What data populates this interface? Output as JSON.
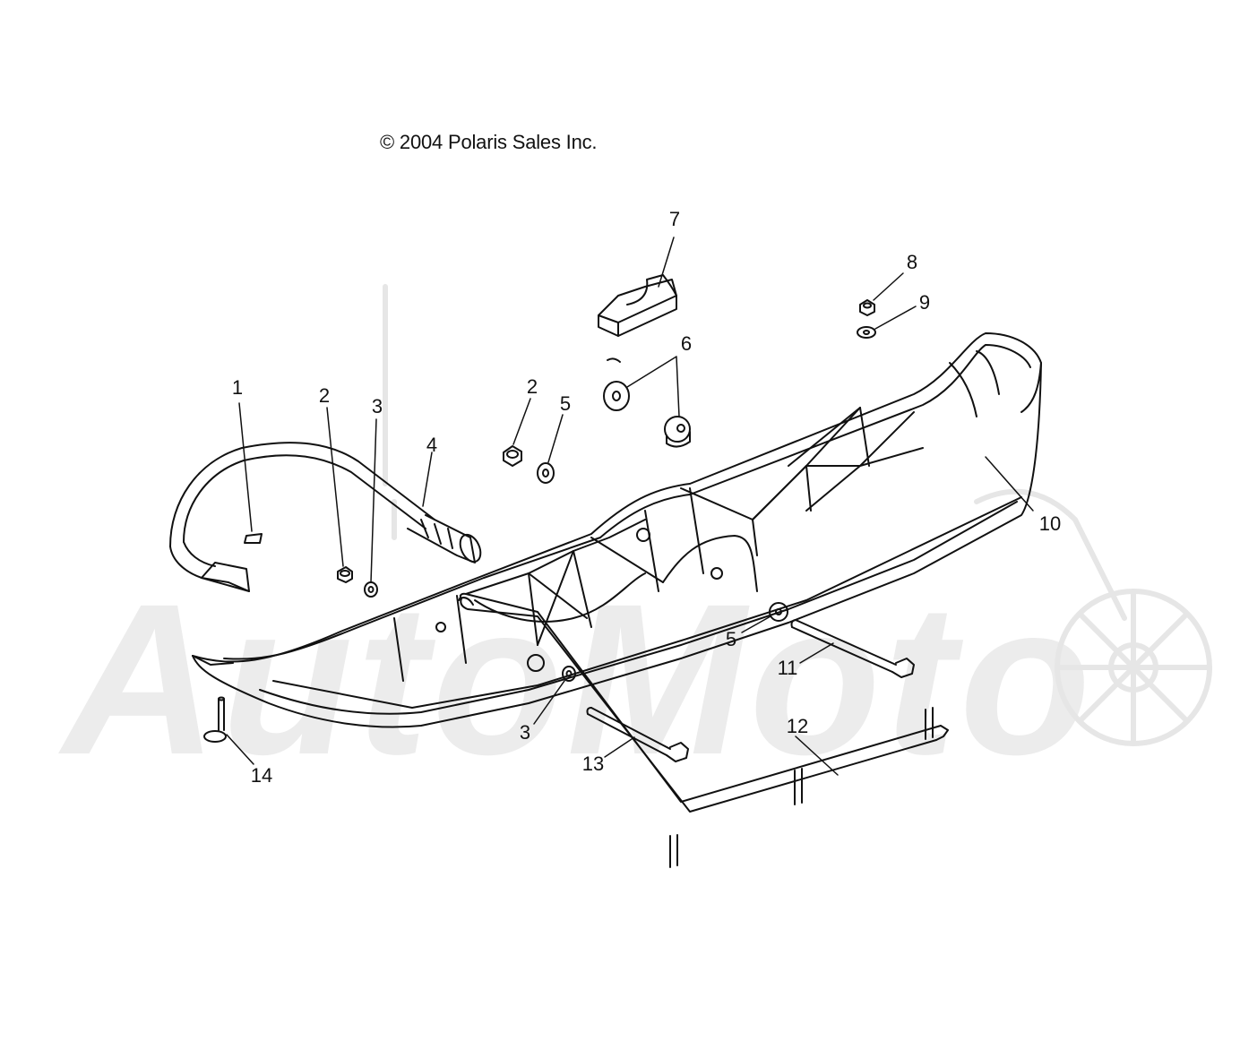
{
  "diagram": {
    "copyright": "© 2004 Polaris Sales Inc.",
    "watermark": "AutoMoto",
    "callouts": [
      {
        "id": "c1",
        "label": "1"
      },
      {
        "id": "c2a",
        "label": "2"
      },
      {
        "id": "c3a",
        "label": "3"
      },
      {
        "id": "c4",
        "label": "4"
      },
      {
        "id": "c2b",
        "label": "2"
      },
      {
        "id": "c5a",
        "label": "5"
      },
      {
        "id": "c6",
        "label": "6"
      },
      {
        "id": "c7",
        "label": "7"
      },
      {
        "id": "c8",
        "label": "8"
      },
      {
        "id": "c9",
        "label": "9"
      },
      {
        "id": "c10",
        "label": "10"
      },
      {
        "id": "c5b",
        "label": "5"
      },
      {
        "id": "c11",
        "label": "11"
      },
      {
        "id": "c12",
        "label": "12"
      },
      {
        "id": "c3b",
        "label": "3"
      },
      {
        "id": "c13",
        "label": "13"
      },
      {
        "id": "c14",
        "label": "14"
      }
    ]
  }
}
